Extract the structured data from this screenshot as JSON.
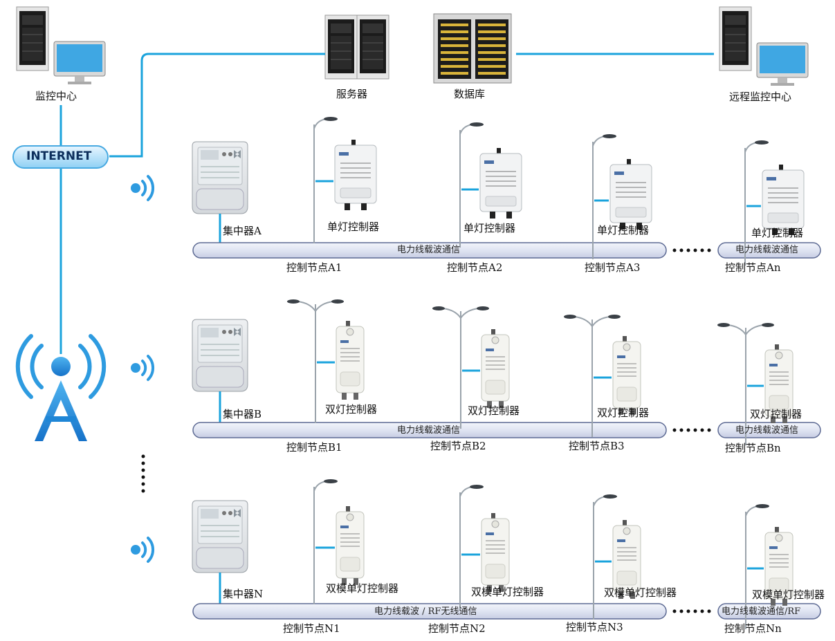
{
  "top": {
    "monitor_center": "监控中心",
    "server": "服务器",
    "database": "数据库",
    "remote_monitor_center": "远程监控中心",
    "internet": "INTERNET"
  },
  "rows": [
    {
      "concentrator": "集中器A",
      "bus_label": "电力线载波通信",
      "bus_label_end": "电力线载波通信",
      "controllers": [
        "单灯控制器",
        "单灯控制器",
        "单灯控制器",
        "单灯控制器"
      ],
      "nodes": [
        "控制节点A1",
        "控制节点A2",
        "控制节点A3",
        "控制节点An"
      ]
    },
    {
      "concentrator": "集中器B",
      "bus_label": "电力线载波通信",
      "bus_label_end": "电力线载波通信",
      "controllers": [
        "双灯控制器",
        "双灯控制器",
        "双灯控制器",
        "双灯控制器"
      ],
      "nodes": [
        "控制节点B1",
        "控制节点B2",
        "控制节点B3",
        "控制节点Bn"
      ]
    },
    {
      "concentrator": "集中器N",
      "bus_label": "电力线载波 / RF无线通信",
      "bus_label_end": "电力线载波通信/RF",
      "controllers": [
        "双模单灯控制器",
        "双模单灯控制器",
        "双模单灯控制器",
        "双模单灯控制器"
      ],
      "nodes": [
        "控制节点N1",
        "控制节点N2",
        "控制节点N3",
        "控制节点Nn"
      ]
    }
  ],
  "colors": {
    "link": "#1aa3dc",
    "wifi": "#2e9be0",
    "pipe": "#dfe4f2",
    "pipe_border": "#5d6a93"
  }
}
